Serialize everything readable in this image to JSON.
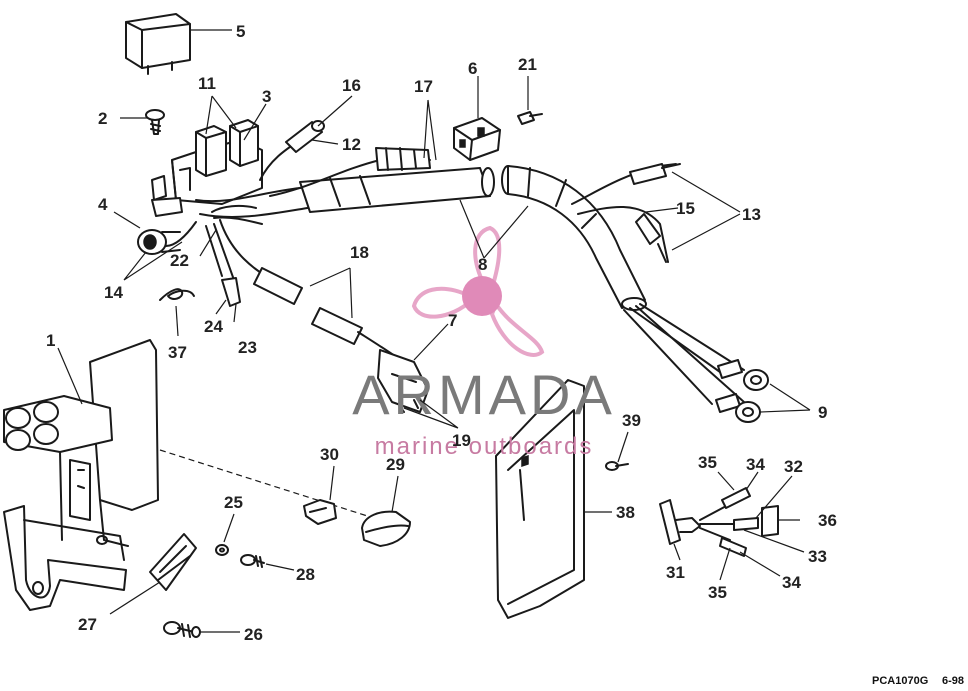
{
  "diagram": {
    "labels": [
      "1",
      "2",
      "3",
      "4",
      "5",
      "6",
      "7",
      "8",
      "9",
      "11",
      "12",
      "13",
      "14",
      "15",
      "16",
      "17",
      "18",
      "19",
      "21",
      "22",
      "23",
      "24",
      "25",
      "26",
      "27",
      "28",
      "29",
      "30",
      "31",
      "32",
      "33",
      "34",
      "35",
      "36",
      "37",
      "38",
      "39"
    ],
    "extra_labels": {
      "label_34_b": "34",
      "label_35_b": "35"
    },
    "figure_code": "PCA1070G",
    "date_code": "6-98"
  },
  "watermark": {
    "brand": "ARMADA",
    "tagline": "marine outboards",
    "colors": {
      "text": "#7a7a7a",
      "accent": "#e7a6c8",
      "dot": "#e08ab8"
    }
  }
}
